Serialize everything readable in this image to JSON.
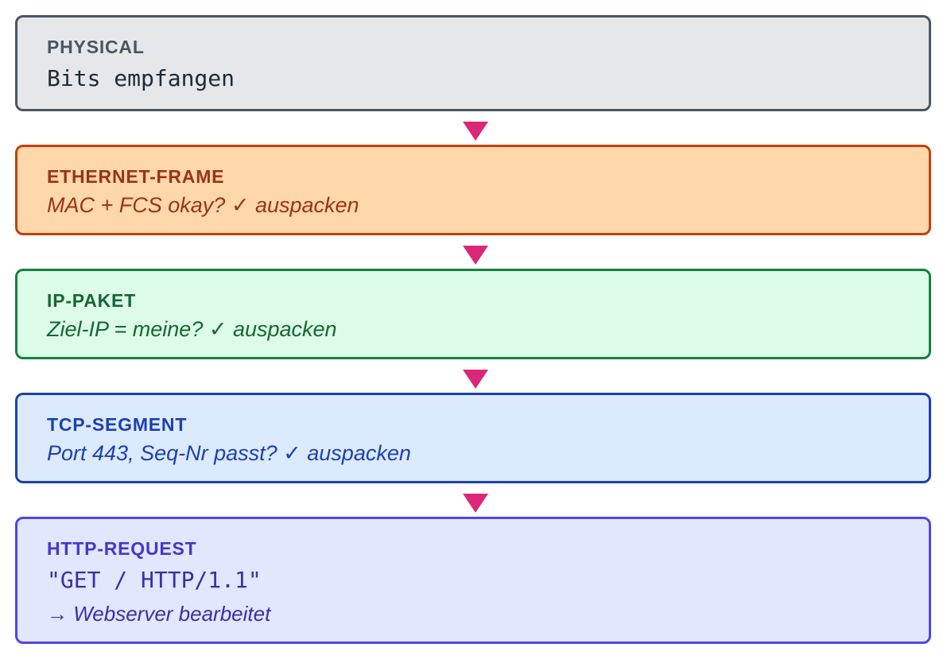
{
  "layers": [
    {
      "title": "PHYSICAL",
      "lines": [
        "Bits empfangen"
      ],
      "color": "#4b5563",
      "fill": "#e5e7eb"
    },
    {
      "title": "ETHERNET-FRAME",
      "lines": [
        "MAC + FCS okay? ✓ auspacken"
      ],
      "color": "#c2410c",
      "fill": "#fed7aa"
    },
    {
      "title": "IP-PAKET",
      "lines": [
        "Ziel-IP = meine? ✓ auspacken"
      ],
      "color": "#15803d",
      "fill": "#dcfce7"
    },
    {
      "title": "TCP-SEGMENT",
      "lines": [
        "Port 443, Seq-Nr passt? ✓ auspacken"
      ],
      "color": "#1e40af",
      "fill": "#dbeafe"
    },
    {
      "title": "HTTP-REQUEST",
      "lines": [
        "\"GET / HTTP/1.1\"",
        "→ Webserver bearbeitet"
      ],
      "color": "#4f46e5",
      "fill": "#e0e7ff"
    }
  ],
  "arrow_color": "#db2777"
}
